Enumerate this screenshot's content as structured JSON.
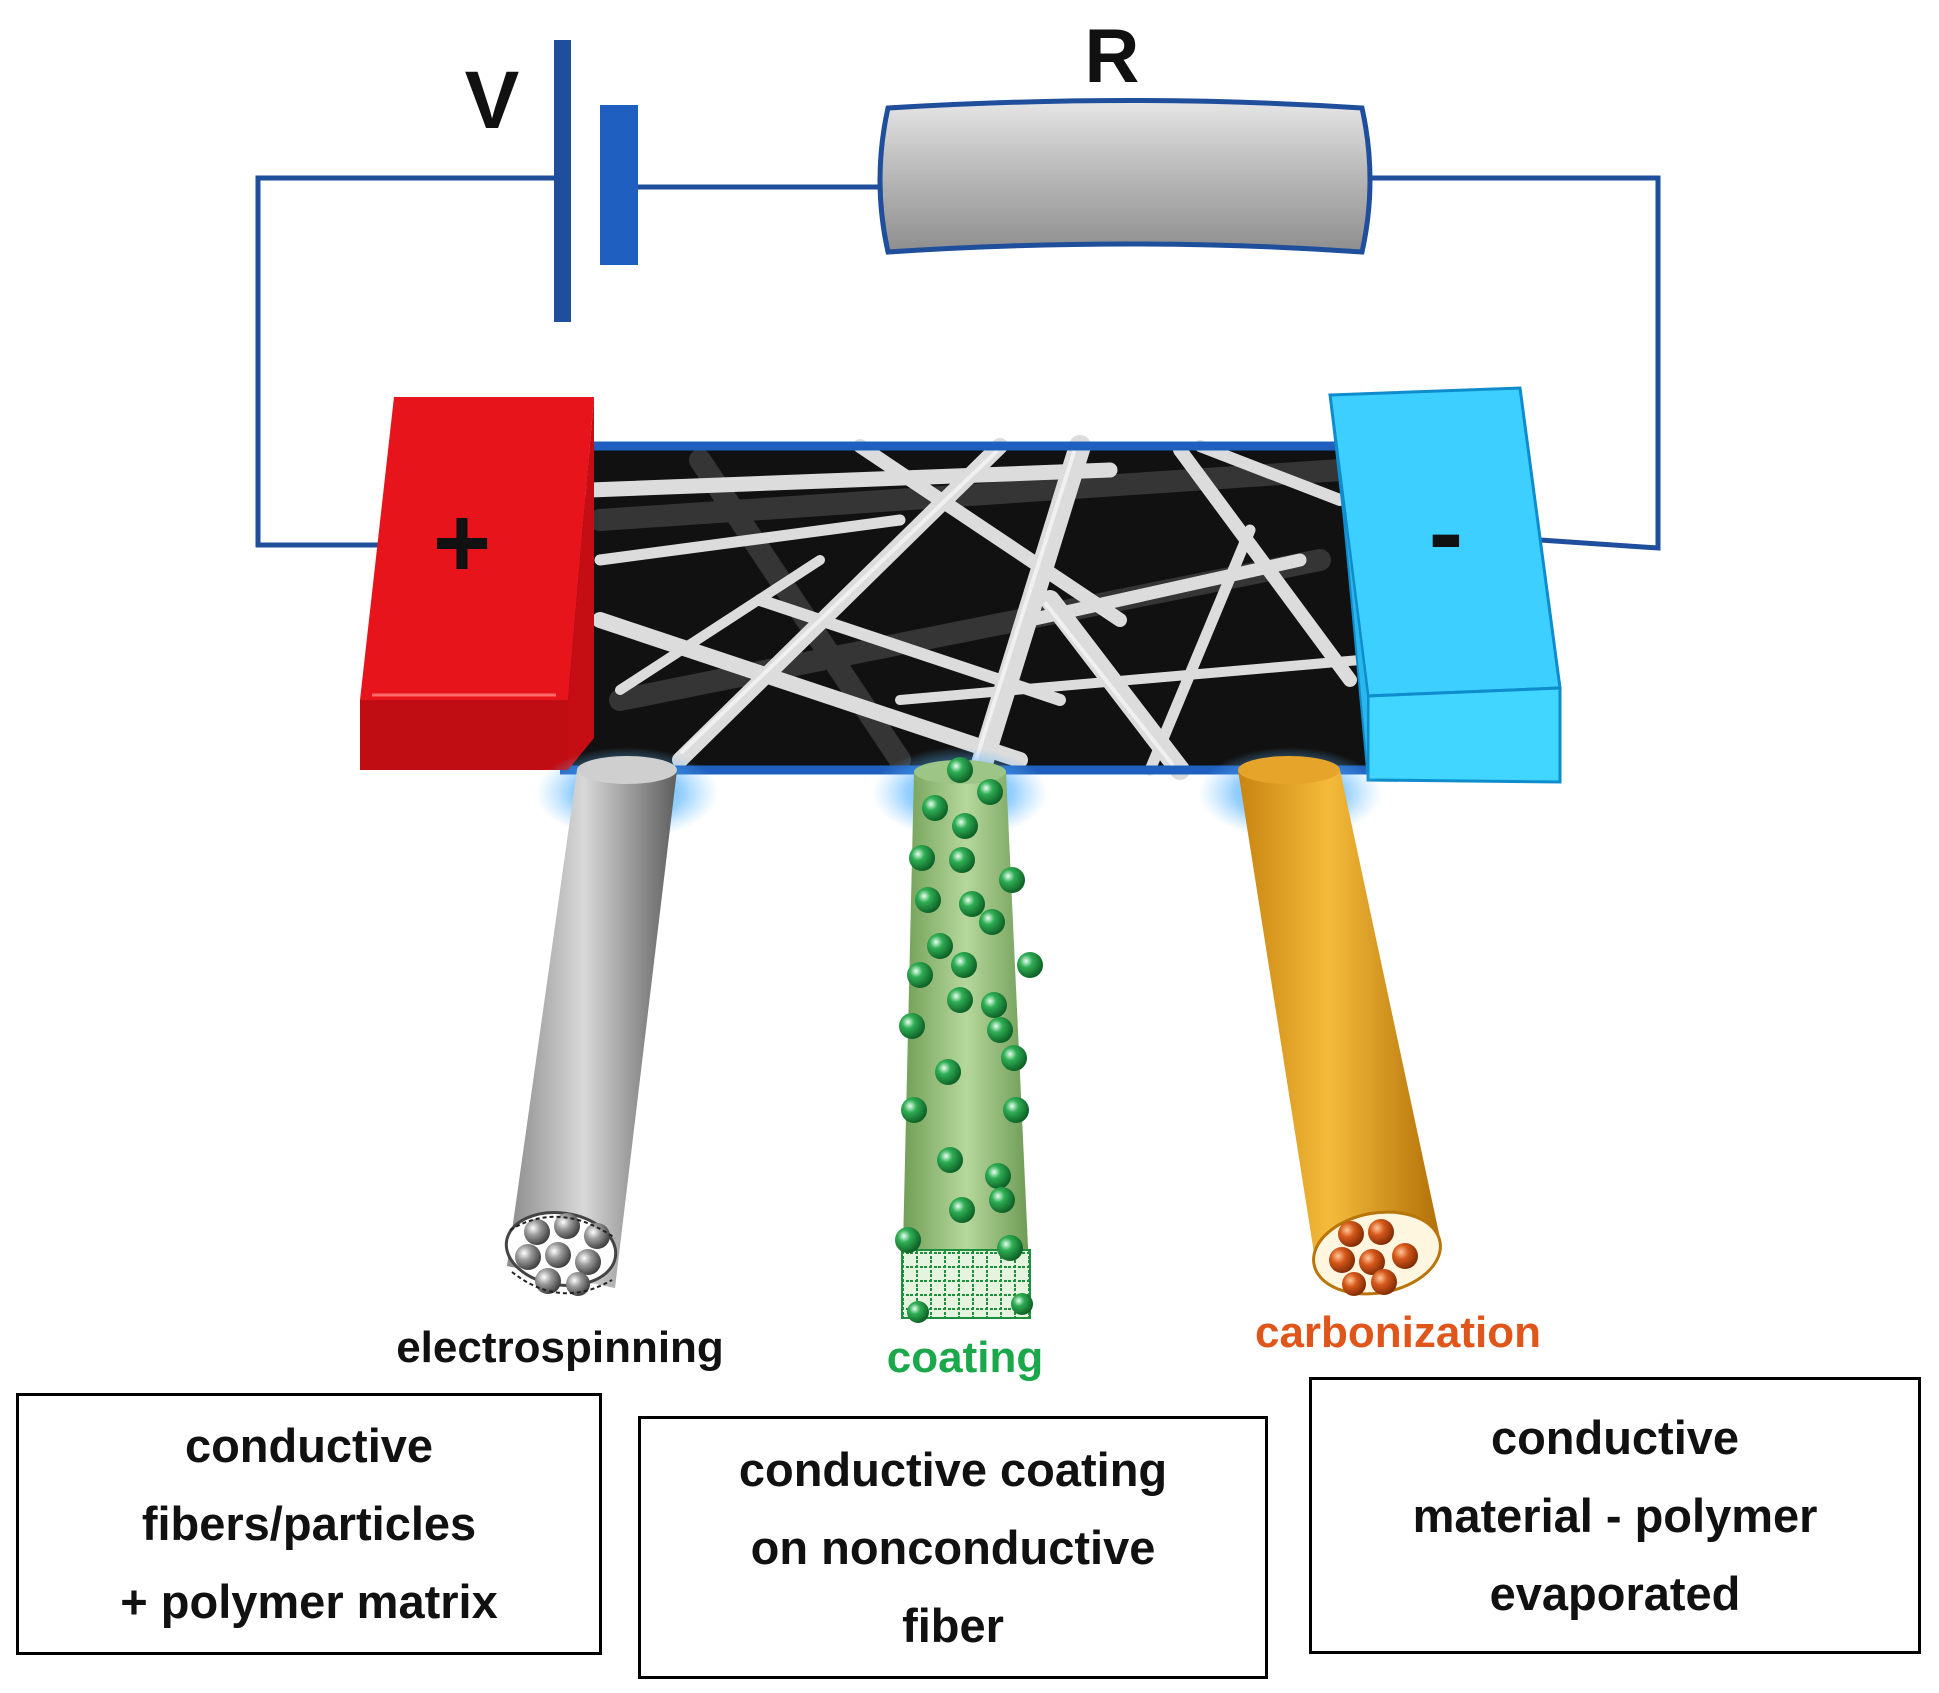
{
  "circuit": {
    "voltage_label": "V",
    "resistor_label": "R",
    "positive_sign": "+",
    "negative_sign": "-",
    "wire_color": "#1f4e9c"
  },
  "electrodes": {
    "positive_color": "#e8141b",
    "negative_color": "#3ccfff"
  },
  "methods": [
    {
      "label": "electrospinning",
      "color": "#111111",
      "box_lines": [
        "conductive",
        "fibers/particles",
        "+ polymer matrix"
      ]
    },
    {
      "label": "coating",
      "color": "#1aa84a",
      "box_lines": [
        "conductive coating",
        "on nonconductive",
        "fiber"
      ]
    },
    {
      "label": "carbonization",
      "color": "#e0561a",
      "box_lines": [
        "conductive",
        "material - polymer",
        "evaporated"
      ]
    }
  ]
}
